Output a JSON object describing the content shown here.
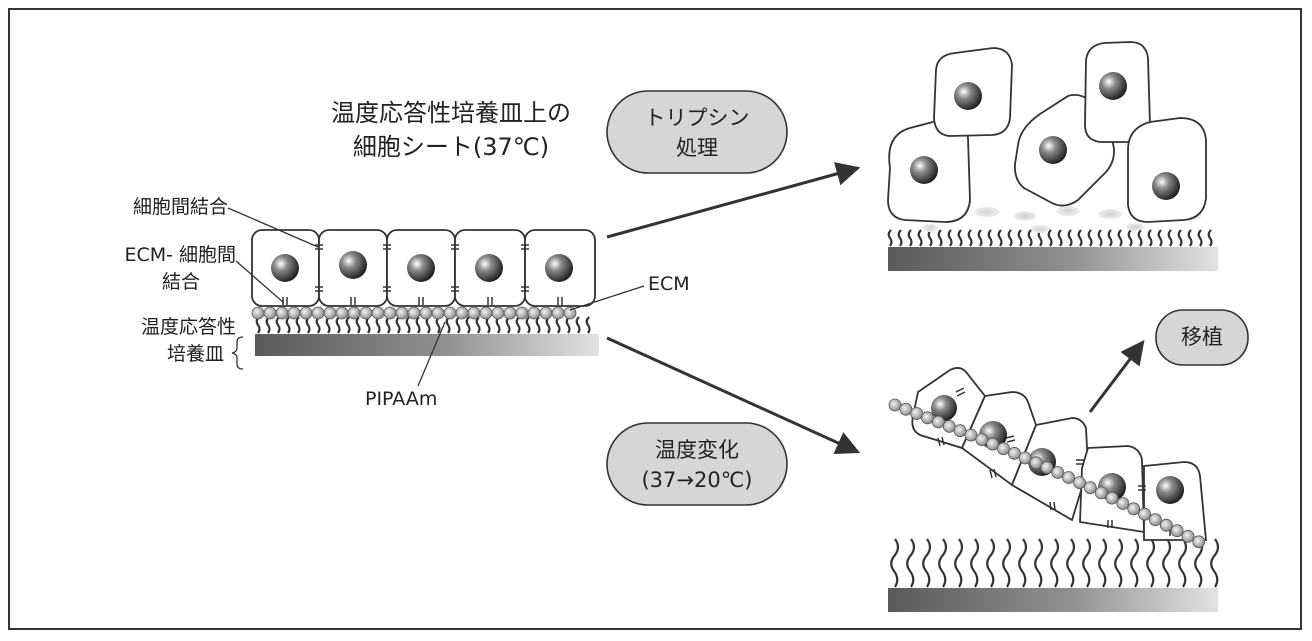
{
  "title": [
    "温度応答性培養皿上の",
    "細胞シート(37℃)"
  ],
  "labels": {
    "cell_junction": "細胞間結合",
    "ecm_cell_junction": [
      "ECM- 細胞間",
      "結合"
    ],
    "dish": [
      "温度応答性",
      "培養皿"
    ],
    "ecm": "ECM",
    "pipaam": "PIPAAm"
  },
  "pills": {
    "trypsin": [
      "トリプシン",
      "処理"
    ],
    "temperature": [
      "温度変化",
      "(37→20℃)"
    ],
    "transplant": "移植"
  }
}
